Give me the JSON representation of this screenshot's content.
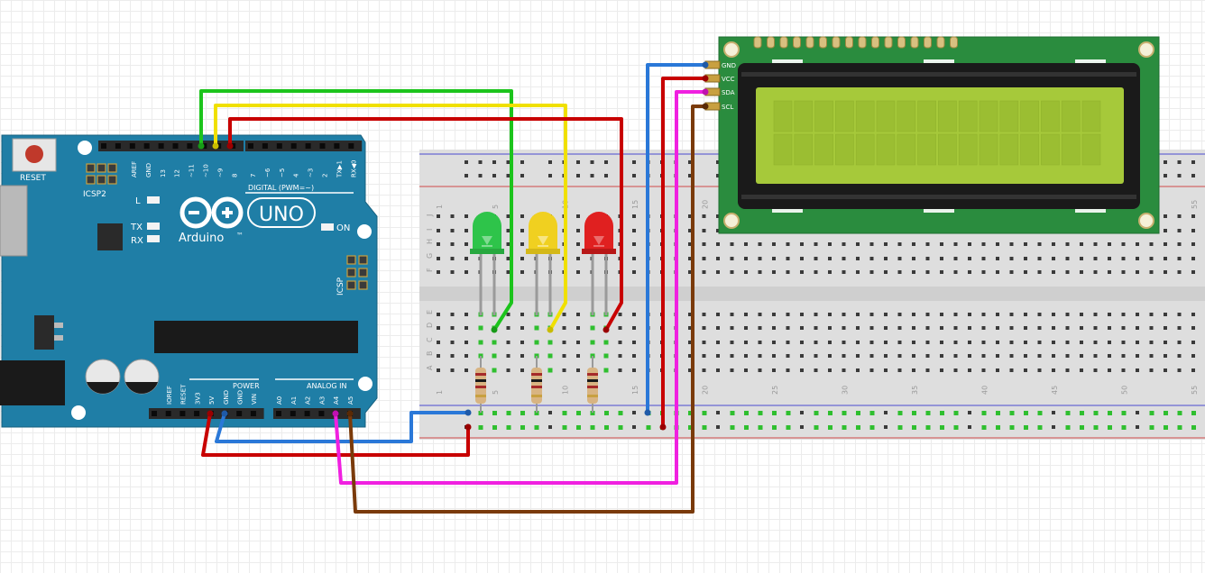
{
  "arduino": {
    "reset_label": "RESET",
    "icsp2_label": "ICSP2",
    "icsp_label": "ICSP",
    "l_label": "L",
    "tx_label": "TX",
    "rx_label": "RX",
    "on_label": "ON",
    "brand": "Arduino",
    "trademark": "™",
    "model": "UNO",
    "digital_label": "DIGITAL (PWM=~)",
    "power_label": "POWER",
    "analog_label": "ANALOG IN",
    "digital_pins": [
      "AREF",
      "GND",
      "13",
      "12",
      "~11",
      "~10",
      "~9",
      "8",
      "7",
      "~6",
      "~5",
      "4",
      "~3",
      "2",
      "TX▶1",
      "RX◀0"
    ],
    "power_pins": [
      "IOREF",
      "RESET",
      "3V3",
      "5V",
      "GND",
      "GND",
      "VIN"
    ],
    "analog_pins": [
      "A0",
      "A1",
      "A2",
      "A3",
      "A4",
      "A5"
    ]
  },
  "lcd": {
    "pins": [
      "GND",
      "VCC",
      "SDA",
      "SCL"
    ]
  },
  "breadboard": {
    "top_rows": [
      "J",
      "I",
      "H",
      "G",
      "F"
    ],
    "bottom_rows": [
      "E",
      "D",
      "C",
      "B",
      "A"
    ],
    "column_numbers": [
      "1",
      "5",
      "10",
      "15",
      "20",
      "25",
      "30",
      "35",
      "40",
      "45",
      "50",
      "55"
    ]
  },
  "colors": {
    "arduino_board": "#1f7ea6",
    "lcd_pcb": "#2a8c3e",
    "lcd_screen": "#a6c93a",
    "wire_green": "#1cc41c",
    "wire_yellow": "#f0e000",
    "wire_red": "#c80000",
    "wire_blue": "#2a78d8",
    "wire_magenta": "#f020e0",
    "wire_brown": "#7a3a0a"
  },
  "leds": [
    {
      "name": "green-led",
      "color": "#2ec44a"
    },
    {
      "name": "yellow-led",
      "color": "#f0d020"
    },
    {
      "name": "red-led",
      "color": "#e02020"
    }
  ]
}
